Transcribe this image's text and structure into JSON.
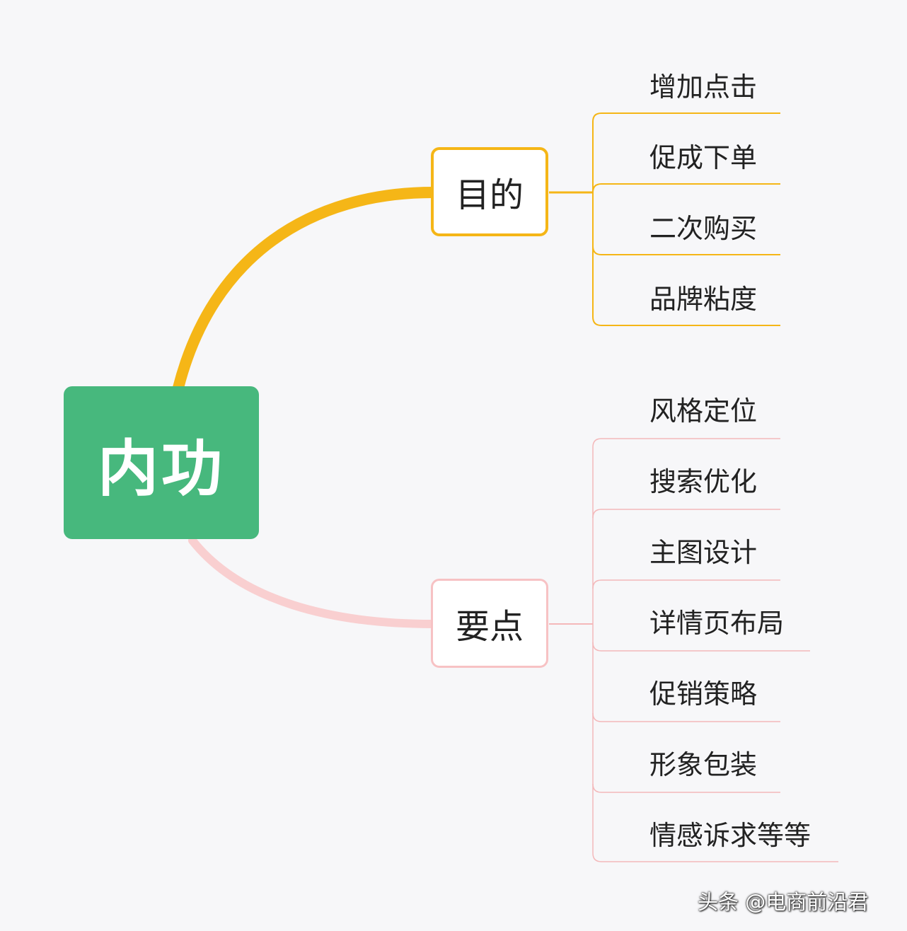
{
  "diagram": {
    "root": {
      "label": "内功",
      "color": "#47b87d"
    },
    "branches": [
      {
        "id": "purpose",
        "label": "目的",
        "color": "#f5b617",
        "children": [
          "增加点击",
          "促成下单",
          "二次购买",
          "品牌粘度"
        ]
      },
      {
        "id": "keypoints",
        "label": "要点",
        "color": "#f7c2c4",
        "children": [
          "风格定位",
          "搜索优化",
          "主图设计",
          "详情页布局",
          "促销策略",
          "形象包装",
          "情感诉求等等"
        ]
      }
    ]
  },
  "watermark": "头条 @电商前沿君"
}
